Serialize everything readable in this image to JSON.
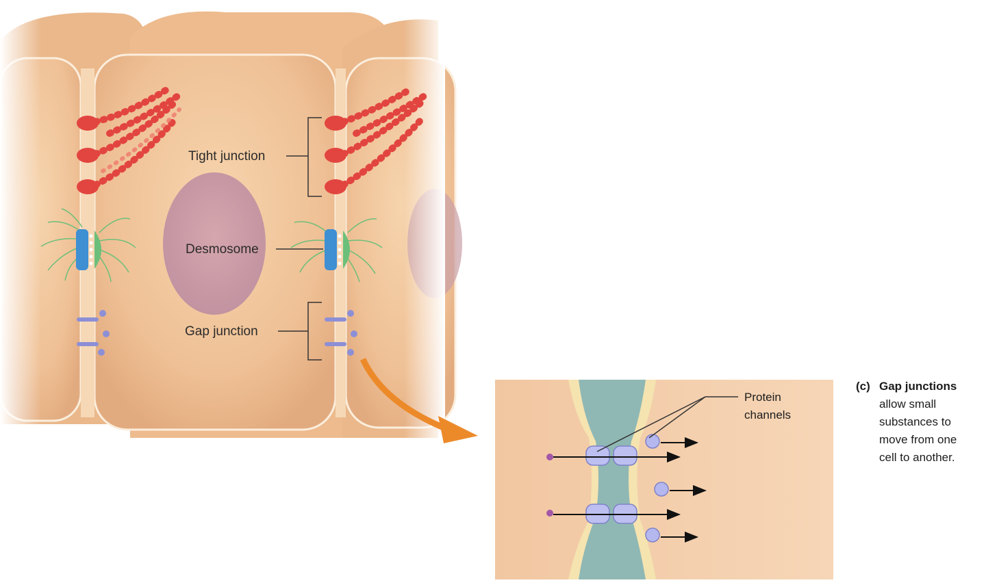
{
  "labels": {
    "tight_junction": "Tight junction",
    "desmosome": "Desmosome",
    "gap_junction": "Gap junction",
    "protein_channels_line1": "Protein",
    "protein_channels_line2": "channels"
  },
  "caption": {
    "letter": "(c)",
    "title": "Gap junctions",
    "lines": [
      "allow small",
      "substances to",
      "move from one",
      "cell to another."
    ]
  },
  "colors": {
    "cell_fill": "#f1c9a1",
    "cell_outline": "#fbeedd",
    "nucleus": "#c99aa7",
    "tight_junction": "#e2453f",
    "desmosome_plaque": "#3f8fd3",
    "desmosome_filaments": "#6cbf7a",
    "gap_channel": "#8d8fd6",
    "extracellular_space": "#8fb8b4",
    "pointer_arrow": "#ec8a2a"
  },
  "icons": [
    "tight-junction-strands",
    "desmosome-plaque",
    "gap-junction-channels",
    "orange-zoom-arrow",
    "molecule-arrow"
  ]
}
